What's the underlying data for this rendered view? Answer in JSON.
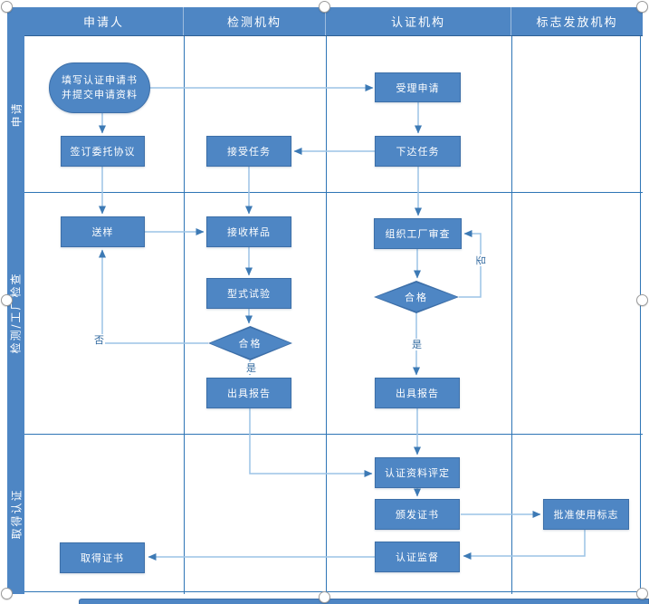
{
  "columns": [
    {
      "label": "申请人"
    },
    {
      "label": "检测机构"
    },
    {
      "label": "认证机构"
    },
    {
      "label": "标志发放机构"
    }
  ],
  "rows": [
    {
      "label": "申请"
    },
    {
      "label": "检测/工厂检查"
    },
    {
      "label": "取得认证"
    }
  ],
  "nodes": {
    "apply_form": {
      "line1": "填写认证申请书",
      "line2": "并提交申请资料"
    },
    "sign_agreement": {
      "label": "签订委托协议"
    },
    "send_sample": {
      "label": "送样"
    },
    "get_certificate": {
      "label": "取得证书"
    },
    "accept_task": {
      "label": "接受任务"
    },
    "receive_sample": {
      "label": "接收样品"
    },
    "type_test": {
      "label": "型式试验"
    },
    "test_pass": {
      "label": "合格"
    },
    "issue_report_test": {
      "label": "出具报告"
    },
    "accept_application": {
      "label": "受理申请"
    },
    "assign_task": {
      "label": "下达任务"
    },
    "factory_audit": {
      "label": "组织工厂审查"
    },
    "audit_pass": {
      "label": "合格"
    },
    "issue_report_cert": {
      "label": "出具报告"
    },
    "material_evaluation": {
      "label": "认证资料评定"
    },
    "issue_certificate": {
      "label": "颁发证书"
    },
    "cert_supervision": {
      "label": "认证监督"
    },
    "approve_mark": {
      "label": "批准使用标志"
    }
  },
  "edge_labels": {
    "yes_test": "是",
    "no_test": "否",
    "yes_audit": "是",
    "no_audit": "否"
  },
  "colors": {
    "shape_fill": "#4E86C4",
    "shape_border": "#3D6FA8",
    "lane_line": "#2E75B6",
    "connector_line": "#9CC3E6",
    "arrowhead": "#3D7AB5",
    "header_text": "#FFFFFF"
  }
}
